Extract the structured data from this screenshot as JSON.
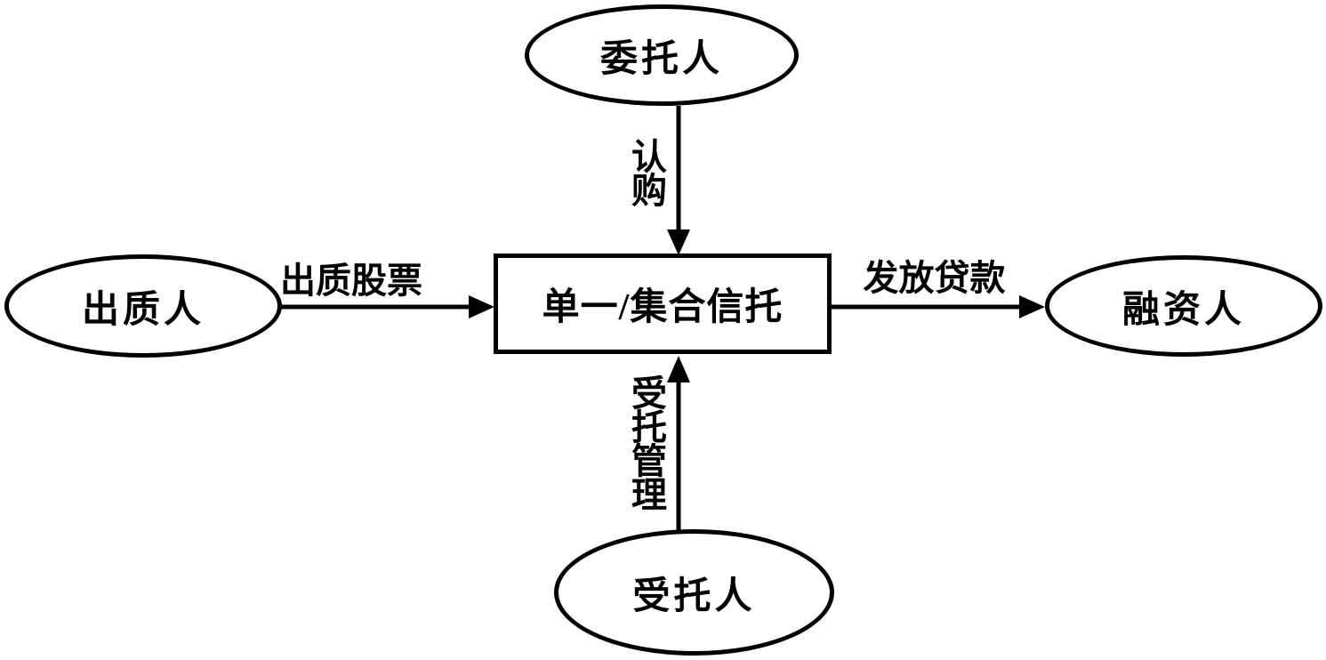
{
  "colors": {
    "background": "#ffffff",
    "stroke": "#000000",
    "text": "#000000"
  },
  "nodes": {
    "client": {
      "label": "委托人",
      "shape": "ellipse"
    },
    "pledgor": {
      "label": "出质人",
      "shape": "ellipse"
    },
    "trust": {
      "label": "单一/集合信托",
      "shape": "rectangle"
    },
    "financier": {
      "label": "融资人",
      "shape": "ellipse"
    },
    "trustee": {
      "label": "受托人",
      "shape": "ellipse"
    }
  },
  "edges": {
    "subscribe": {
      "label": "认购",
      "from": "委托人",
      "to": "单一/集合信托",
      "direction": "down"
    },
    "pledge_stock": {
      "label": "出质股票",
      "from": "出质人",
      "to": "单一/集合信托",
      "direction": "right"
    },
    "grant_loan": {
      "label": "发放贷款",
      "from": "单一/集合信托",
      "to": "融资人",
      "direction": "right"
    },
    "entrusted_management": {
      "label": "受托管理",
      "from": "受托人",
      "to": "单一/集合信托",
      "direction": "up"
    }
  }
}
